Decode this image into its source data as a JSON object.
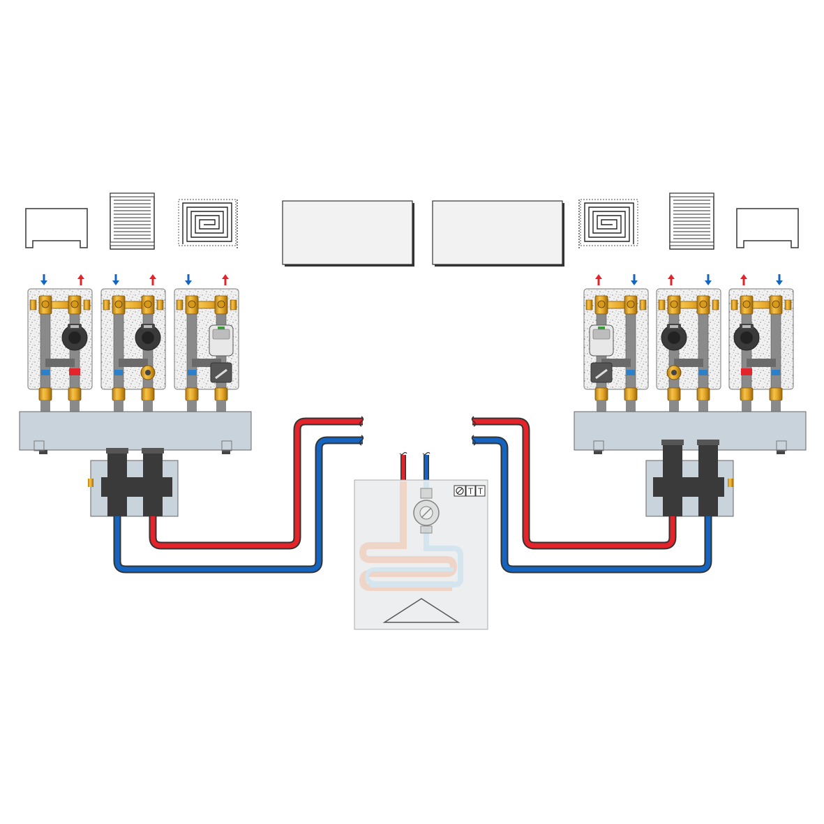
{
  "boiler_badges": [
    "T",
    "T"
  ],
  "icons": {
    "emitters_left": [
      "fan-coil-icon",
      "radiator-icon",
      "underfloor-loop-icon"
    ],
    "emitters_right": [
      "underfloor-loop-icon",
      "radiator-icon",
      "fan-coil-icon"
    ],
    "boiler_symbol": "slashed-circle-icon",
    "flow_arrow": "up-arrow-icon",
    "return_arrow": "down-arrow-icon"
  },
  "colors": {
    "flow_pipe": "#e3242b",
    "return_pipe": "#1565c0",
    "brass": "#e8a92a",
    "pump": "#333333",
    "manifold": "#c9d3db",
    "boiler_panel": "#eceeef",
    "insulation": "#ecedee"
  },
  "layout_groups": {
    "left": [
      "direct-pump-station",
      "direct-pump-station-with-diverter",
      "mixing-valve-station"
    ],
    "right": [
      "mixing-valve-station",
      "direct-pump-station-with-diverter",
      "direct-pump-station"
    ]
  }
}
